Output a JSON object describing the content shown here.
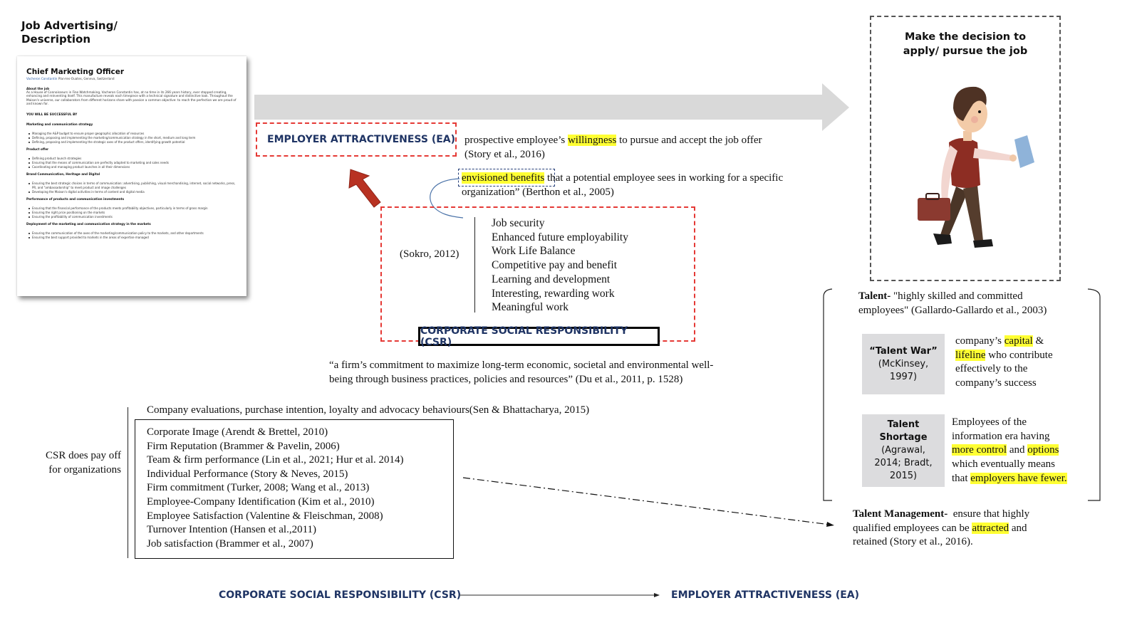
{
  "job_ad": {
    "section_label": "Job Advertising/ Description",
    "document": {
      "title": "Chief Marketing Officer",
      "company": "Vacheron Constantin",
      "location": "Plan-les-Ouates, Geneva, Switzerland",
      "about_heading": "About the job",
      "about_text": "As a House of Connoisseurs in Fine Watchmaking, Vacheron Constantin has, at no time in its 266 years history, ever stopped creating, enhancing and reinventing itself. This manufacture reveals each timepiece with a technical signature and distinctive look. Throughout the Maison's universe, our collaborators from different horizons share with passion a common objective: to reach the perfection we are proud of and known for.",
      "successful_heading": "YOU WILL BE SUCCESSFUL BY",
      "sections": [
        {
          "heading": "Marketing and communication strategy",
          "items": [
            "Managing the A&P budget to ensure proper geographic allocation of resources",
            "Defining, proposing and implementing the marketing/communication strategy in the short, medium and long term",
            "Defining, proposing and implementing the strategic axes of the product offers, identifying growth potential"
          ]
        },
        {
          "heading": "Product offer",
          "items": [
            "Defining product launch strategies",
            "Ensuring that the means of communication are perfectly adapted to marketing and sales needs",
            "Coordinating and managing product launches in all their dimensions"
          ]
        },
        {
          "heading": "Brand Communication, Heritage and Digital",
          "items": [
            "Ensuring the best strategic choices in terms of communication: advertising, publishing, visual merchandising, internet, social networks, press, PR, and \"ambassadorship\" to meet product and image challenges",
            "Developing the Maison's digital activities in terms of content and digital media"
          ]
        },
        {
          "heading": "Performance of products and communication investments",
          "items": [
            "Ensuring that the financial performance of the products meets profitability objectives, particularly in terms of gross margin",
            "Ensuring the right price positioning on the markets",
            "Ensuring the profitability of communication investments"
          ]
        },
        {
          "heading": "Deployment of the marketing and communication strategy in the markets",
          "items": [
            "Ensuring the communication of the axes of the marketing/communication policy to the markets, and other departments",
            "Ensuring the best support provided to markets in the areas of expertise managed"
          ]
        }
      ]
    }
  },
  "ea": {
    "label": "EMPLOYER ATTRACTIVENESS (EA)",
    "def1_pre": "prospective employee’s ",
    "def1_highlight": "willingness",
    "def1_post": " to pursue and accept the job offer",
    "def1_cite": "(Story et al., 2016)",
    "def2_highlight": "envisioned benefits",
    "def2_post": " that a potential employee sees in working for a specific",
    "def2_line2": "organization” (Berthon et al., 2005)"
  },
  "benefits": {
    "citation": "(Sokro, 2012)",
    "items": [
      "Job security",
      "Enhanced future employability",
      "Work Life Balance",
      "Competitive pay and benefit",
      "Learning and development",
      "Interesting, rewarding work",
      "Meaningful work"
    ]
  },
  "csr": {
    "title": "CORPORATE SOCIAL RESPONSIBILITY (CSR)",
    "definition_line1": "“a firm’s commitment to maximize long-term economic, societal and environmental well-",
    "definition_line2": "being through business practices, policies and resources” (Du et al., 2011, p. 1528)"
  },
  "csr_pays": {
    "label_line1": "CSR does pay off",
    "label_line2": "for organizations",
    "company_evaluations": "Company evaluations, purchase intention, loyalty and advocacy behaviours(Sen & Bhattacharya, 2015)",
    "outcomes": [
      "Corporate Image (Arendt & Brettel, 2010)",
      "Firm Reputation (Brammer & Pavelin, 2006)",
      "Team & firm performance (Lin et al., 2021; Hur et al. 2014)",
      "Individual Performance (Story & Neves, 2015)",
      "Firm commitment (Turker, 2008; Wang et al., 2013)",
      "Employee-Company Identification (Kim et al., 2010)",
      "Employee Satisfaction (Valentine & Fleischman, 2008)",
      "Turnover Intention (Hansen et al.,2011)",
      "Job satisfaction (Brammer et al., 2007)"
    ]
  },
  "decision": {
    "title_line1": "Make the decision to",
    "title_line2": "apply/ pursue the job",
    "illustration": "walking-man-with-briefcase-and-document"
  },
  "talent": {
    "term": "Talent-",
    "definition_l1": " \"highly skilled and committed",
    "definition_l2": "employees\" (Gallardo-Gallardo et al., 2003)",
    "war": {
      "title": "“Talent War”",
      "cite_l1": "(McKinsey,",
      "cite_l2": "1997)",
      "text_pre": "company’s ",
      "hl1": "capital",
      "mid": " &",
      "hl2": "lifeline",
      "text_post1": " who contribute",
      "text_post2": "effectively to the",
      "text_post3": "company’s success"
    },
    "shortage": {
      "title_l1": "Talent",
      "title_l2": "Shortage",
      "cite_l1": "(Agrawal,",
      "cite_l2": "2014; Bradt,",
      "cite_l3": "2015)",
      "line1": "Employees of the",
      "line2": "information era having",
      "hl1": "more control",
      "and": " and ",
      "hl2": "options",
      "line4": "which eventually means",
      "line5_pre": "that ",
      "hl3": "employers have fewer."
    },
    "management": {
      "term": "Talent Management-",
      "text1": "  ensure that highly",
      "text2_pre": "qualified employees can be ",
      "hl": "attracted",
      "text2_post": " and",
      "text3": "retained (Story et al., 2016)."
    }
  },
  "flow": {
    "from": "CORPORATE SOCIAL RESPONSIBILITY (CSR)",
    "to": "EMPLOYER ATTRACTIVENESS (EA)"
  },
  "colors": {
    "navy": "#1f3464",
    "red_dash": "#e53935",
    "highlight": "#ffff33",
    "arrow_red": "#b83222",
    "big_arrow_gray": "#d9d9d9",
    "gray_box": "#dcdcde"
  }
}
